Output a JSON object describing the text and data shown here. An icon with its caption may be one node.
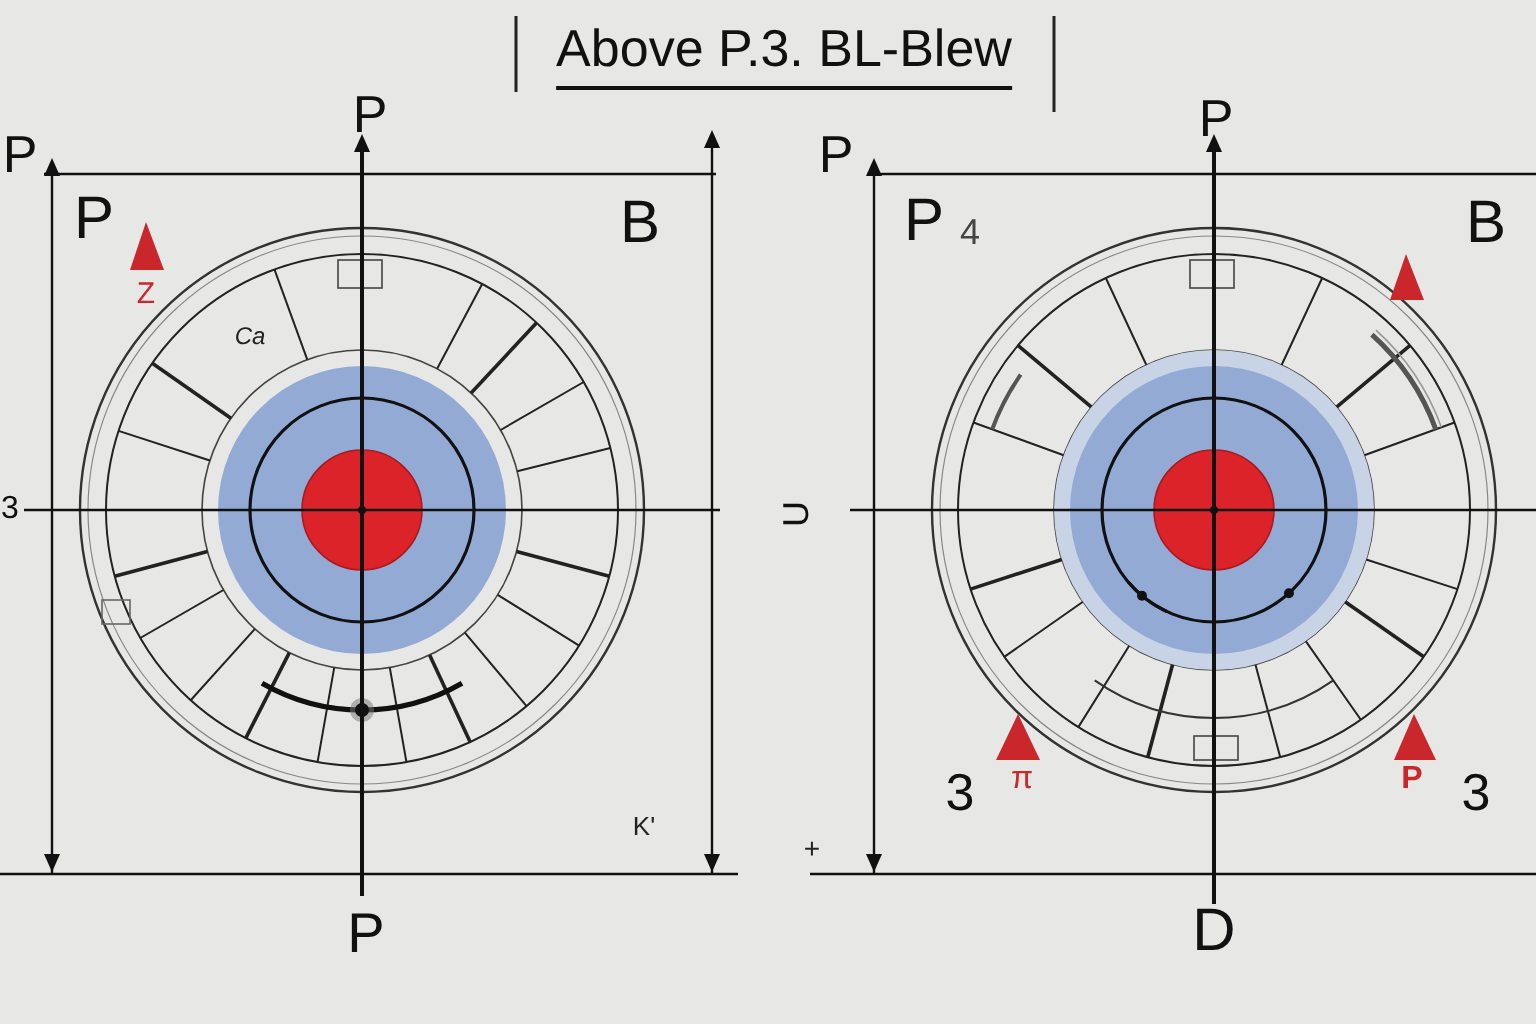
{
  "diagram": {
    "title": "Above P.3. BL-Blew",
    "labels": [
      "P",
      "P",
      "P",
      "P",
      "P",
      "B",
      "P",
      "4",
      "B",
      "Z",
      "Ca",
      "3",
      "U",
      "3",
      "π",
      "P",
      "3",
      "K'",
      "+",
      "P",
      "D"
    ]
  }
}
